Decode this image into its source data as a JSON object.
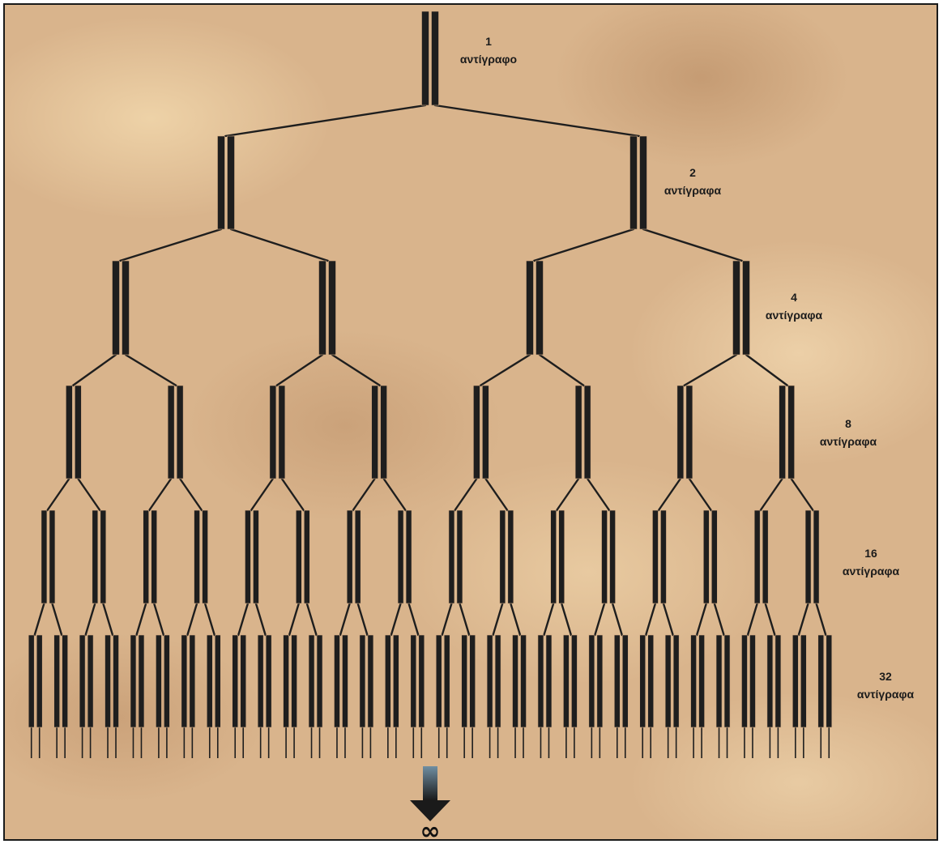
{
  "diagram": {
    "levels": [
      {
        "count": "1",
        "label": "αντίγραφο"
      },
      {
        "count": "2",
        "label": "αντίγραφα"
      },
      {
        "count": "4",
        "label": "αντίγραφα"
      },
      {
        "count": "8",
        "label": "αντίγραφα"
      },
      {
        "count": "16",
        "label": "αντίγραφα"
      },
      {
        "count": "32",
        "label": "αντίγραφα"
      }
    ],
    "infinity_symbol": "∞",
    "colors": {
      "strand": "#1e1e1e",
      "strand_gap": "#d2aa82",
      "arrow_top": "#6f8ea2",
      "arrow_body": "#1a1a1a"
    }
  }
}
